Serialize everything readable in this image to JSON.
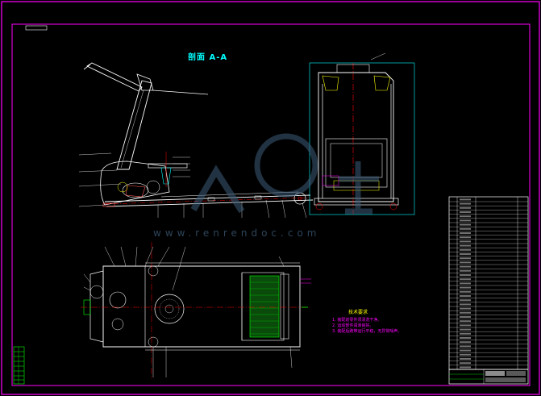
{
  "section_title": "剖面 A-A",
  "watermark": {
    "text": "www.renrendoc.com"
  },
  "tech_notes": {
    "heading": "技术要求",
    "items": [
      "1. 装配前零件须清洗干净。",
      "2. 运动部件润滑良好。",
      "3. 装配后跑带运行平稳，无异常噪声。"
    ]
  },
  "colors": {
    "background": "#000000",
    "frame": "#ff00ff",
    "outline": "#ffffff",
    "centerline": "#ff0000",
    "dimension": "#00ffff",
    "detail": "#ffff00",
    "watermark": "#3d5c78"
  },
  "icons": {
    "watermark_logo": "watermark-logo-icon"
  }
}
